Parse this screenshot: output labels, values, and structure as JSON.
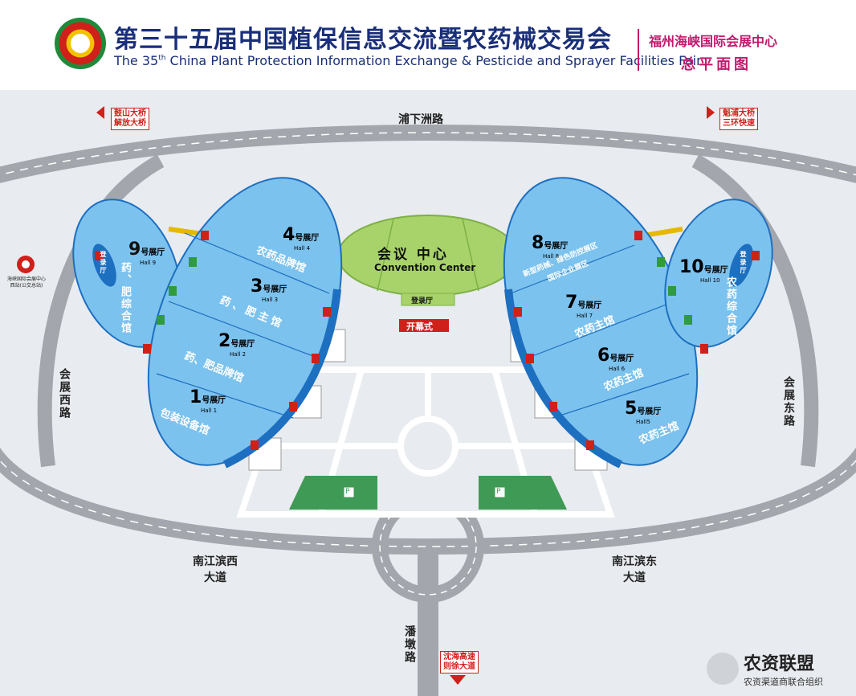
{
  "header": {
    "title_zh": "第三十五届中国植保信息交流暨农药械交易会",
    "title_en_prefix": "The 35",
    "title_en_sup": "th",
    "title_en_suffix": " China Plant Protection Information Exchange & Pesticide and Sprayer Facilities Fair",
    "venue": "福州海峡国际会展中心",
    "plan_title": "总平面图"
  },
  "roads": {
    "north": "浦下洲路",
    "west": "会展西路",
    "east": "会展东路",
    "south_west": "南江滨西大道",
    "south_east": "南江滨东大道",
    "south": "潘墩路"
  },
  "signs": {
    "top_left": [
      "鼓山大桥",
      "解放大桥"
    ],
    "top_right": [
      "魁浦大桥",
      "三环快速"
    ],
    "bottom": [
      "沈海高速",
      "则徐大道"
    ]
  },
  "metro": {
    "label1": "海峡国际会展中心",
    "label2": "西站(公交总站)"
  },
  "convention": {
    "title_zh": "会议 中心",
    "title_en": "Convention Center",
    "register": "登录厅",
    "opening": "开幕式"
  },
  "halls": [
    {
      "num": "9",
      "unit": "号展厅",
      "en": "Hall 9",
      "desc": "药、肥综合馆",
      "register": "登录厅"
    },
    {
      "num": "4",
      "unit": "号展厅",
      "en": "Hall 4",
      "desc": "农药品牌馆"
    },
    {
      "num": "3",
      "unit": "号展厅",
      "en": "Hall 3",
      "desc": "药、肥主馆"
    },
    {
      "num": "2",
      "unit": "号展厅",
      "en": "Hall 2",
      "desc": "药、肥品牌馆"
    },
    {
      "num": "1",
      "unit": "号展厅",
      "en": "Hall 1",
      "desc": "包装设备馆"
    },
    {
      "num": "8",
      "unit": "号展厅",
      "en": "Hall 8",
      "desc": "新型药械、绿色防控展区",
      "desc2": "国际企业展区"
    },
    {
      "num": "7",
      "unit": "号展厅",
      "en": "Hall 7",
      "desc": "农药主馆"
    },
    {
      "num": "6",
      "unit": "号展厅",
      "en": "Hall 6",
      "desc": "农药主馆"
    },
    {
      "num": "5",
      "unit": "号展厅",
      "en": "Hall5",
      "desc": "农药主馆"
    },
    {
      "num": "10",
      "unit": "号展厅",
      "en": "Hall 10",
      "desc": "农药综合馆",
      "register": "登录厅"
    }
  ],
  "parking": {
    "label": "P"
  },
  "watermark": {
    "brand": "农资联盟",
    "sub": "农资渠道商联合组织"
  },
  "colors": {
    "hall_fill": "#7cc2ee",
    "hall_edge": "#1d6fc0",
    "convention": "#a8d36b",
    "road": "#a3a7ad",
    "parking": "#3f9a55",
    "accent": "#d0201a",
    "title": "#1a2f7a",
    "venue": "#c2186d"
  }
}
